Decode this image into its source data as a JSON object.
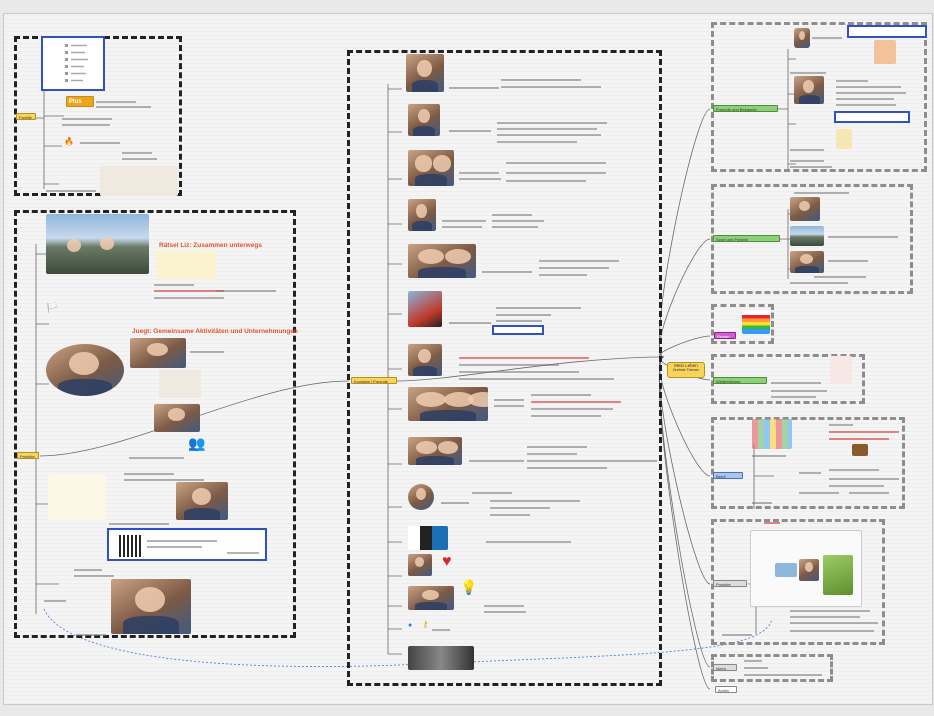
{
  "diagram": {
    "kind": "mind map",
    "colors": {
      "cluster_border_dark": "#222222",
      "cluster_border_grey": "#8d8d8d",
      "node_yellow": "#f8d45a",
      "node_green": "#8ed07a",
      "node_blue": "#a8c4ef",
      "node_magenta": "#d45bd4",
      "caption_red": "#e5532b",
      "link_blue": "#4a86d8"
    },
    "root": {
      "label": "Mein Leben",
      "sub": "Zentrale Themen"
    },
    "left": {
      "top_node": "Familie",
      "main_node": "Projekte",
      "caption_1": "Rätsel Liz: Zusammen unterwegs",
      "caption_2": "Juegt: Gemeinsame Aktivitäten und Unternehmungen",
      "brand_logo": "Plus",
      "qr_label": "QR"
    },
    "center": {
      "main_node": "Kontakte / Freunde"
    },
    "right": {
      "node_1": "Freunde und Bekannte",
      "node_2": "Sport und Freizeit",
      "node_3": "Reisen",
      "node_4": "Weiterbildung",
      "node_5": "Beruf",
      "node_6": "Projekte",
      "node_7": "Ideen",
      "node_8": "Archiv"
    },
    "icons": {
      "heart": "heart-icon",
      "lightbulb": "lightbulb-icon",
      "rainbow": "rainbow-icon",
      "people": "people-icon",
      "flag": "flag-icon"
    }
  }
}
